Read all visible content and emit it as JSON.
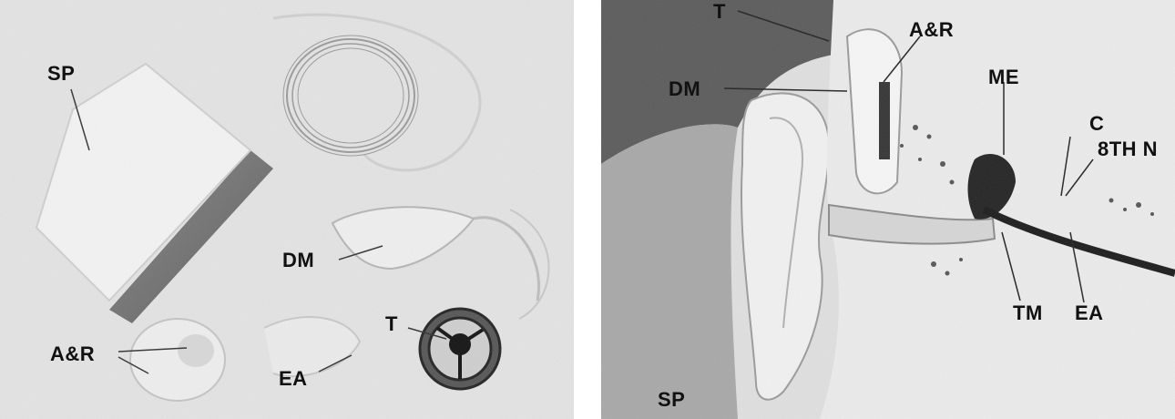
{
  "left_panel": {
    "labels": {
      "sp": "SP",
      "dm": "DM",
      "ar": "A&R",
      "ea": "EA",
      "t": "T"
    }
  },
  "right_panel": {
    "labels": {
      "t": "T",
      "dm": "DM",
      "ar": "A&R",
      "me": "ME",
      "c": "C",
      "eighth_n": "8TH N",
      "tm": "TM",
      "ea": "EA",
      "sp": "SP"
    }
  }
}
